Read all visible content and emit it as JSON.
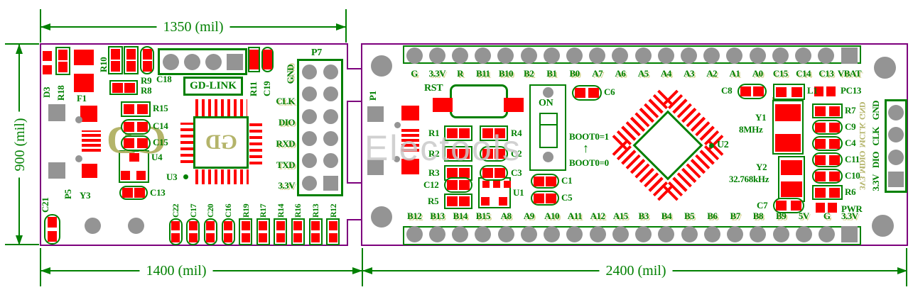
{
  "watermark": "Electools",
  "dim": {
    "top": "1350  (mil)",
    "left": "900  (mil)",
    "bottom_left": "1400  (mil)",
    "bottom_right": "2400  (mil)"
  },
  "colors": {
    "silkscreen": "#008000",
    "pad_red": "#fe0000",
    "pad_gray": "#949494",
    "board_outline": "#7d007d",
    "mirror_silk": "#b4b46a"
  },
  "left_board": {
    "title": "GD-LINK",
    "p7_title": "P7",
    "p7_pins": [
      "GND",
      "CLK",
      "DIO",
      "RXD",
      "TXD",
      "3.3V"
    ],
    "bottom_row": [
      "C22",
      "C17",
      "C20",
      "C16",
      "R19",
      "R17",
      "R14",
      "R16",
      "R13",
      "R12"
    ],
    "cmp": {
      "d3": "D3",
      "r18": "R18",
      "f1": "F1",
      "r10": "R10",
      "r9": "R9",
      "r8": "R8",
      "c18": "C18",
      "r11": "R11",
      "c19": "C19",
      "r15": "R15",
      "c14": "C14",
      "c15": "C15",
      "u4": "U4",
      "c13": "C13",
      "u3": "U3",
      "p5": "P5",
      "y3": "Y3",
      "c21": "C21"
    },
    "mirror_logo": "GD"
  },
  "right_board": {
    "top_pins": [
      "G",
      "3.3V",
      "R",
      "B11",
      "B10",
      "B2",
      "B1",
      "B0",
      "A7",
      "A6",
      "A5",
      "A4",
      "A3",
      "A2",
      "A1",
      "A0",
      "C15",
      "C14",
      "C13",
      "VBAT"
    ],
    "bottom_pins": [
      "B12",
      "B13",
      "B14",
      "B15",
      "A8",
      "A9",
      "A10",
      "A11",
      "A12",
      "A15",
      "B3",
      "B4",
      "B5",
      "B6",
      "B7",
      "B8",
      "B9",
      "5V",
      "G",
      "3.3V"
    ],
    "edge_pins": [
      "GND",
      "CLK",
      "DIO",
      "3.3V"
    ],
    "edge_mirror": [
      "GND",
      "MCLK",
      "MDIO",
      "3V3"
    ],
    "cmp": {
      "p1": "P1",
      "rst": "RST",
      "on": "ON",
      "r1": "R1",
      "r4": "R4",
      "r2": "R2",
      "c2": "C2",
      "r3": "R3",
      "c3": "C3",
      "c12": "C12",
      "r5": "R5",
      "u1": "U1",
      "c1": "C1",
      "c5": "C5",
      "c6": "C6",
      "boot1": "BOOT0=1",
      "arrow": "↑",
      "boot0": "BOOT0=0",
      "u2": "U2",
      "c8": "C8",
      "l1": "L1",
      "pc13": "PC13",
      "y1": "Y1",
      "y1f": "8MHz",
      "y2": "Y2",
      "y2f": "32.768kHz",
      "c7": "C7",
      "r7": "R7",
      "c9": "C9",
      "c4": "C4",
      "c11": "C11",
      "c10": "C10",
      "r6": "R6",
      "pwr": "PWR"
    }
  }
}
